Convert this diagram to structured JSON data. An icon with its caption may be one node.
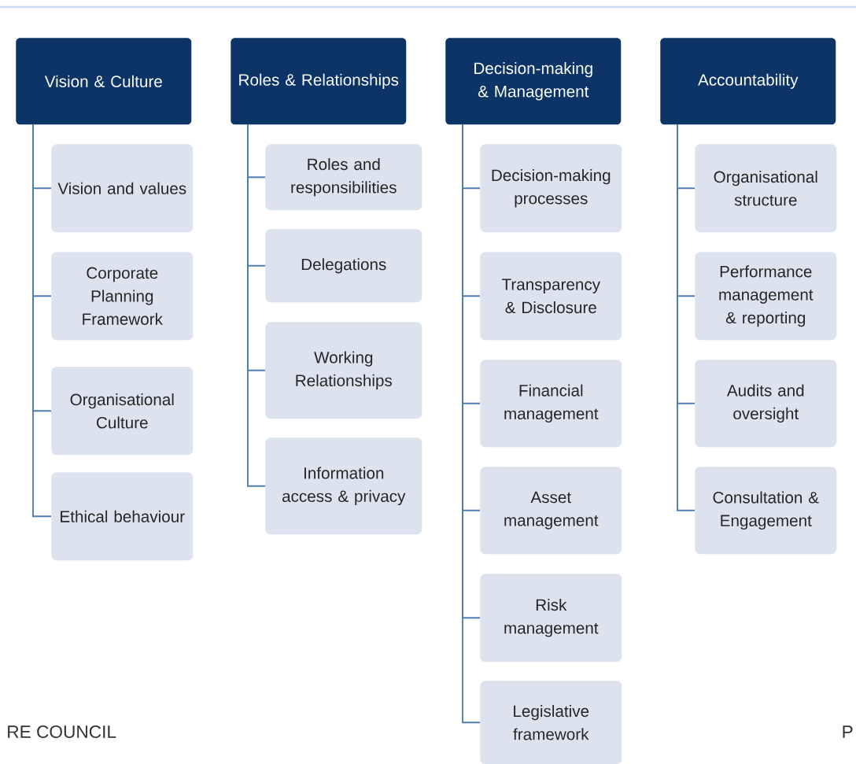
{
  "diagram": {
    "nodes": [
      {
        "text": [
          "Vision & Culture"
        ]
      },
      {
        "text": [
          "Vision and values"
        ]
      },
      {
        "text": [
          "Corporate Planning Framework"
        ]
      },
      {
        "text": [
          "Organisational Culture"
        ]
      },
      {
        "text": [
          "Ethical behaviour"
        ]
      },
      {
        "text": [
          "Roles & Relationships"
        ]
      },
      {
        "text": [
          "Roles and responsibilities"
        ]
      },
      {
        "text": [
          "Delegations"
        ]
      },
      {
        "text": [
          "Working Relationships"
        ]
      },
      {
        "text": [
          "Information access & privacy"
        ]
      },
      {
        "text": [
          "Decision-making & Management"
        ]
      },
      {
        "text": [
          "Decision-making processes"
        ]
      },
      {
        "text": [
          "Transparency & Disclosure"
        ]
      },
      {
        "text": [
          "Financial management"
        ]
      },
      {
        "text": [
          "Asset management"
        ]
      },
      {
        "text": [
          "Risk management"
        ]
      },
      {
        "text": [
          "Legislative framework"
        ]
      },
      {
        "text": [
          "Accountability"
        ]
      },
      {
        "text": [
          "Organisational structure"
        ]
      },
      {
        "text": [
          "Performance management & reporting"
        ]
      },
      {
        "text": [
          "Audits and oversight"
        ]
      },
      {
        "text": [
          "Consultation & Engagement"
        ]
      }
    ],
    "edges": [
      {
        "from": 0,
        "to": 1,
        "arrow": "none"
      },
      {
        "from": 0,
        "to": 2,
        "arrow": "none"
      },
      {
        "from": 0,
        "to": 3,
        "arrow": "none"
      },
      {
        "from": 0,
        "to": 4,
        "arrow": "none"
      },
      {
        "from": 5,
        "to": 6,
        "arrow": "none"
      },
      {
        "from": 5,
        "to": 7,
        "arrow": "none"
      },
      {
        "from": 5,
        "to": 8,
        "arrow": "none"
      },
      {
        "from": 5,
        "to": 9,
        "arrow": "none"
      },
      {
        "from": 10,
        "to": 11,
        "arrow": "none"
      },
      {
        "from": 10,
        "to": 12,
        "arrow": "none"
      },
      {
        "from": 10,
        "to": 13,
        "arrow": "none"
      },
      {
        "from": 10,
        "to": 14,
        "arrow": "none"
      },
      {
        "from": 10,
        "to": 15,
        "arrow": "none"
      },
      {
        "from": 10,
        "to": 16,
        "arrow": "none"
      },
      {
        "from": 17,
        "to": 18,
        "arrow": "none"
      },
      {
        "from": 17,
        "to": 19,
        "arrow": "none"
      },
      {
        "from": 17,
        "to": 20,
        "arrow": "none"
      },
      {
        "from": 17,
        "to": 21,
        "arrow": "none"
      }
    ],
    "labels": [
      "RE COUNCIL",
      "P"
    ]
  }
}
